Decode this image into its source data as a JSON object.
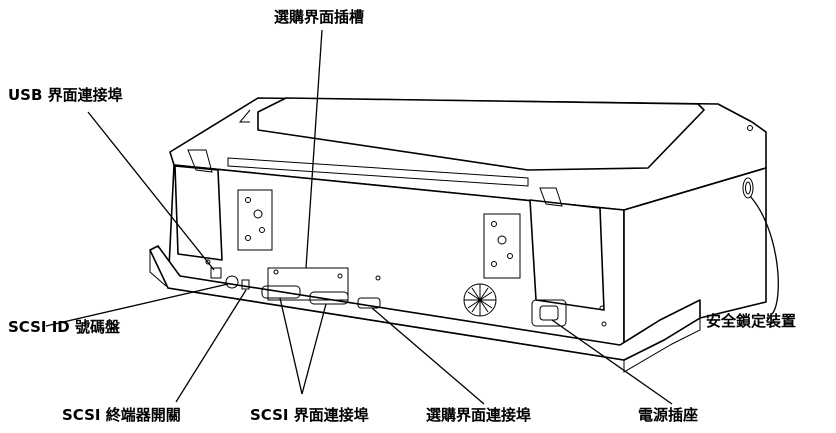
{
  "labels": {
    "option_slot": "選購界面插槽",
    "usb_port": "USB 界面連接埠",
    "scsi_id_dial": "SCSI ID 號碼盤",
    "security_lock": "安全鎖定裝置",
    "scsi_terminator_switch": "SCSI 終端器開關",
    "scsi_ports": "SCSI 界面連接埠",
    "option_port": "選購界面連接埠",
    "ac_inlet": "電源插座"
  }
}
